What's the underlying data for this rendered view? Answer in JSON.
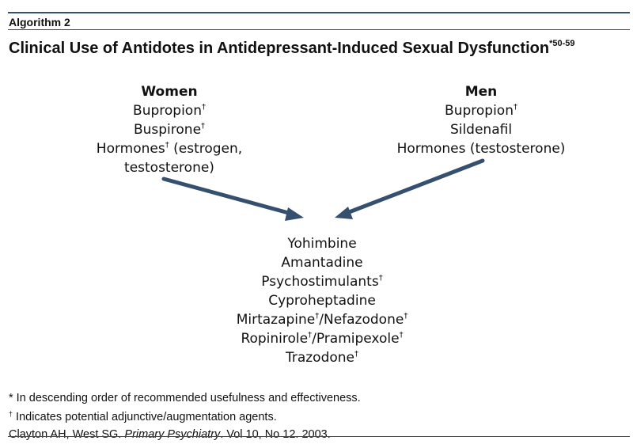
{
  "header": {
    "label": "Algorithm 2",
    "title": "Clinical Use of Antidotes in Antidepressant-Induced Sexual Dysfunction",
    "title_refs": "*50-59"
  },
  "women": {
    "heading": "Women",
    "items": [
      {
        "text": "Bupropion",
        "mark": "†"
      },
      {
        "text": "Buspirone",
        "mark": "†"
      },
      {
        "text": "Hormones",
        "mark": "†",
        "after": " (estrogen,"
      },
      {
        "text": "testosterone)",
        "mark": ""
      }
    ]
  },
  "men": {
    "heading": "Men",
    "items": [
      {
        "text": "Bupropion",
        "mark": "†"
      },
      {
        "text": "Sildenafil",
        "mark": ""
      },
      {
        "text": "Hormones (testosterone)",
        "mark": ""
      }
    ]
  },
  "shared": {
    "items": [
      {
        "text": "Yohimbine"
      },
      {
        "text": "Amantadine"
      },
      {
        "text": "Psychostimulants",
        "mark": "†"
      },
      {
        "text": "Cyproheptadine"
      },
      {
        "text": "Mirtazapine",
        "mark": "†",
        "after": "/Nefazodone",
        "mark2": "†"
      },
      {
        "text": "Ropinirole",
        "mark": "†",
        "after": "/Pramipexole",
        "mark2": "†"
      },
      {
        "text": "Trazodone",
        "mark": "†"
      }
    ]
  },
  "footnotes": {
    "star_mark": "*",
    "star_text": " In descending order of recommended usefulness and effectiveness.",
    "dagger_mark": "†",
    "dagger_text": " Indicates potential adjunctive/augmentation agents."
  },
  "citation": {
    "authors": "Clayton AH, West SG. ",
    "journal": "Primary Psychiatry",
    "details": ". Vol 10, No 12. 2003."
  },
  "colors": {
    "rule": "#34506e",
    "arrow": "#34506e",
    "text": "#111111"
  }
}
